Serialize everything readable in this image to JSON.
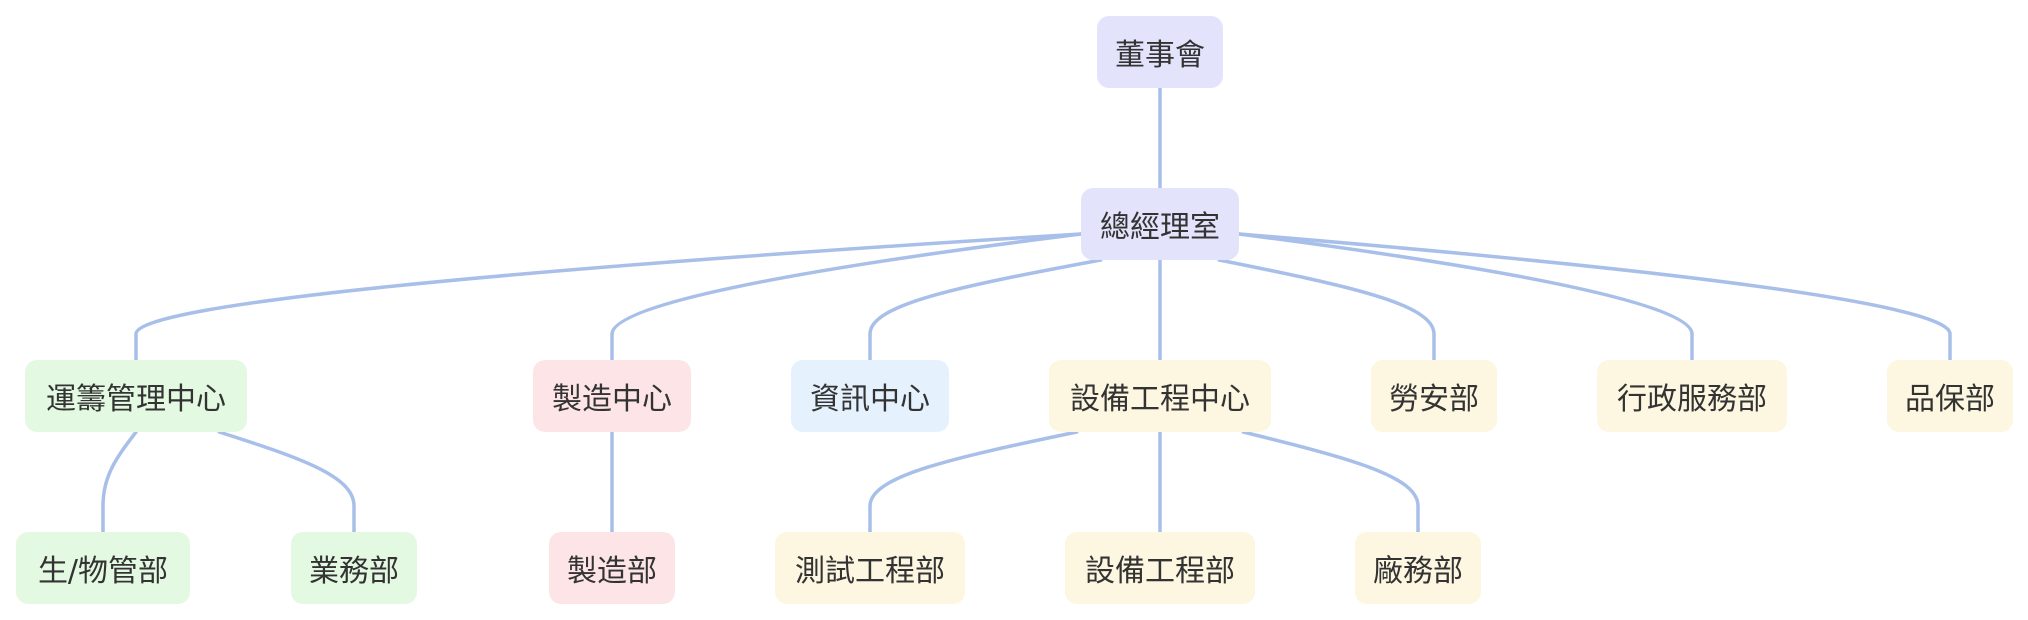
{
  "colors": {
    "top": "#e3e4fb",
    "green": "#e4f9e2",
    "red": "#fde4e6",
    "blue": "#e5f1fd",
    "yellow": "#fdf7e1",
    "connector": "#a8bfe9",
    "text": "#333333"
  },
  "nodes": [
    {
      "id": "board",
      "label": "董事會",
      "color": "top"
    },
    {
      "id": "gm",
      "label": "總經理室",
      "color": "top"
    },
    {
      "id": "ops",
      "label": "運籌管理中心",
      "color": "green"
    },
    {
      "id": "mfg",
      "label": "製造中心",
      "color": "red"
    },
    {
      "id": "it",
      "label": "資訊中心",
      "color": "blue"
    },
    {
      "id": "eqc",
      "label": "設備工程中心",
      "color": "yellow"
    },
    {
      "id": "labor",
      "label": "勞安部",
      "color": "yellow"
    },
    {
      "id": "admin",
      "label": "行政服務部",
      "color": "yellow"
    },
    {
      "id": "qa",
      "label": "品保部",
      "color": "yellow"
    },
    {
      "id": "pmc",
      "label": "生/物管部",
      "color": "green"
    },
    {
      "id": "sales",
      "label": "業務部",
      "color": "green"
    },
    {
      "id": "mfgdept",
      "label": "製造部",
      "color": "red"
    },
    {
      "id": "test",
      "label": "測試工程部",
      "color": "yellow"
    },
    {
      "id": "eqd",
      "label": "設備工程部",
      "color": "yellow"
    },
    {
      "id": "plant",
      "label": "廠務部",
      "color": "yellow"
    }
  ],
  "edges": [
    [
      "board",
      "gm"
    ],
    [
      "gm",
      "ops"
    ],
    [
      "gm",
      "mfg"
    ],
    [
      "gm",
      "it"
    ],
    [
      "gm",
      "eqc"
    ],
    [
      "gm",
      "labor"
    ],
    [
      "gm",
      "admin"
    ],
    [
      "gm",
      "qa"
    ],
    [
      "ops",
      "pmc"
    ],
    [
      "ops",
      "sales"
    ],
    [
      "mfg",
      "mfgdept"
    ],
    [
      "eqc",
      "test"
    ],
    [
      "eqc",
      "eqd"
    ],
    [
      "eqc",
      "plant"
    ]
  ]
}
